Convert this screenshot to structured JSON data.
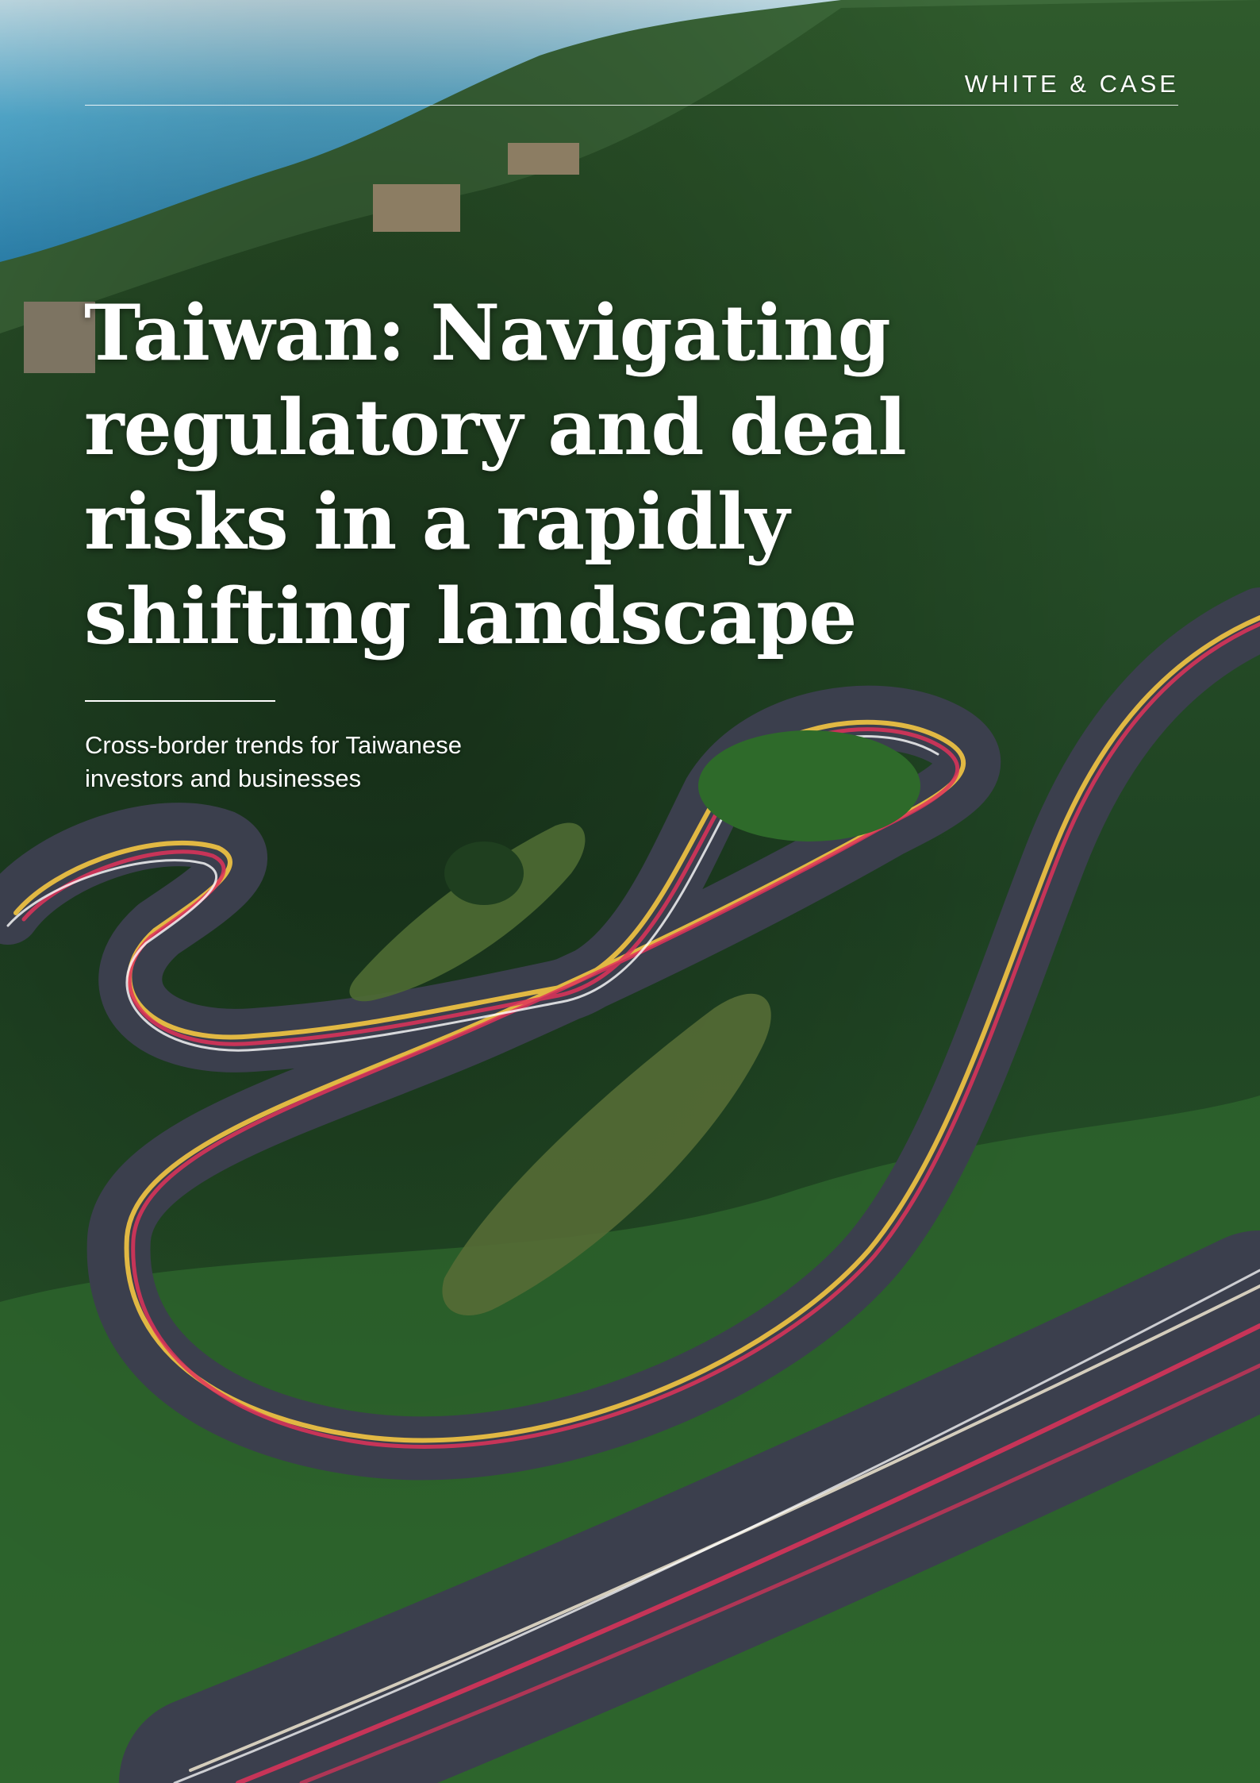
{
  "brand": {
    "name": "WHITE & CASE"
  },
  "cover": {
    "title": "Taiwan: Navigating regulatory and deal risks in a rapidly shifting landscape",
    "subtitle": "Cross-border trends for Taiwanese investors and businesses"
  },
  "colors": {
    "text": "#ffffff",
    "sea": "#2f8fc0",
    "foliage": "#24492a",
    "road": "#3b3f4d",
    "light_trail_yellow": "#f4c542",
    "light_trail_red": "#e0335a"
  }
}
